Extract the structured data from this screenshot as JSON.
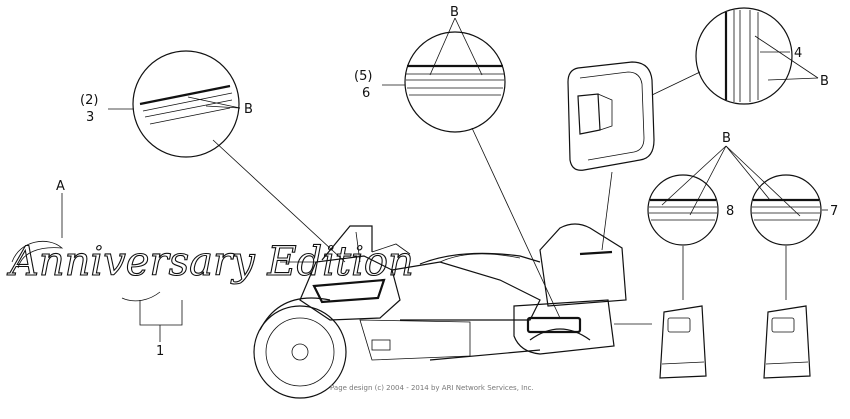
{
  "labels": {
    "A": "A",
    "B": "B",
    "item1": "1",
    "item2": "(2)",
    "item3": "3",
    "item4": "4",
    "item5": "(5)",
    "item6": "6",
    "item7": "7",
    "item8": "8"
  },
  "emblem_text": "Anniversary Edition",
  "footer": {
    "line1": "Page design (c) 2004 - 2014 by ARI Network Services, Inc."
  }
}
